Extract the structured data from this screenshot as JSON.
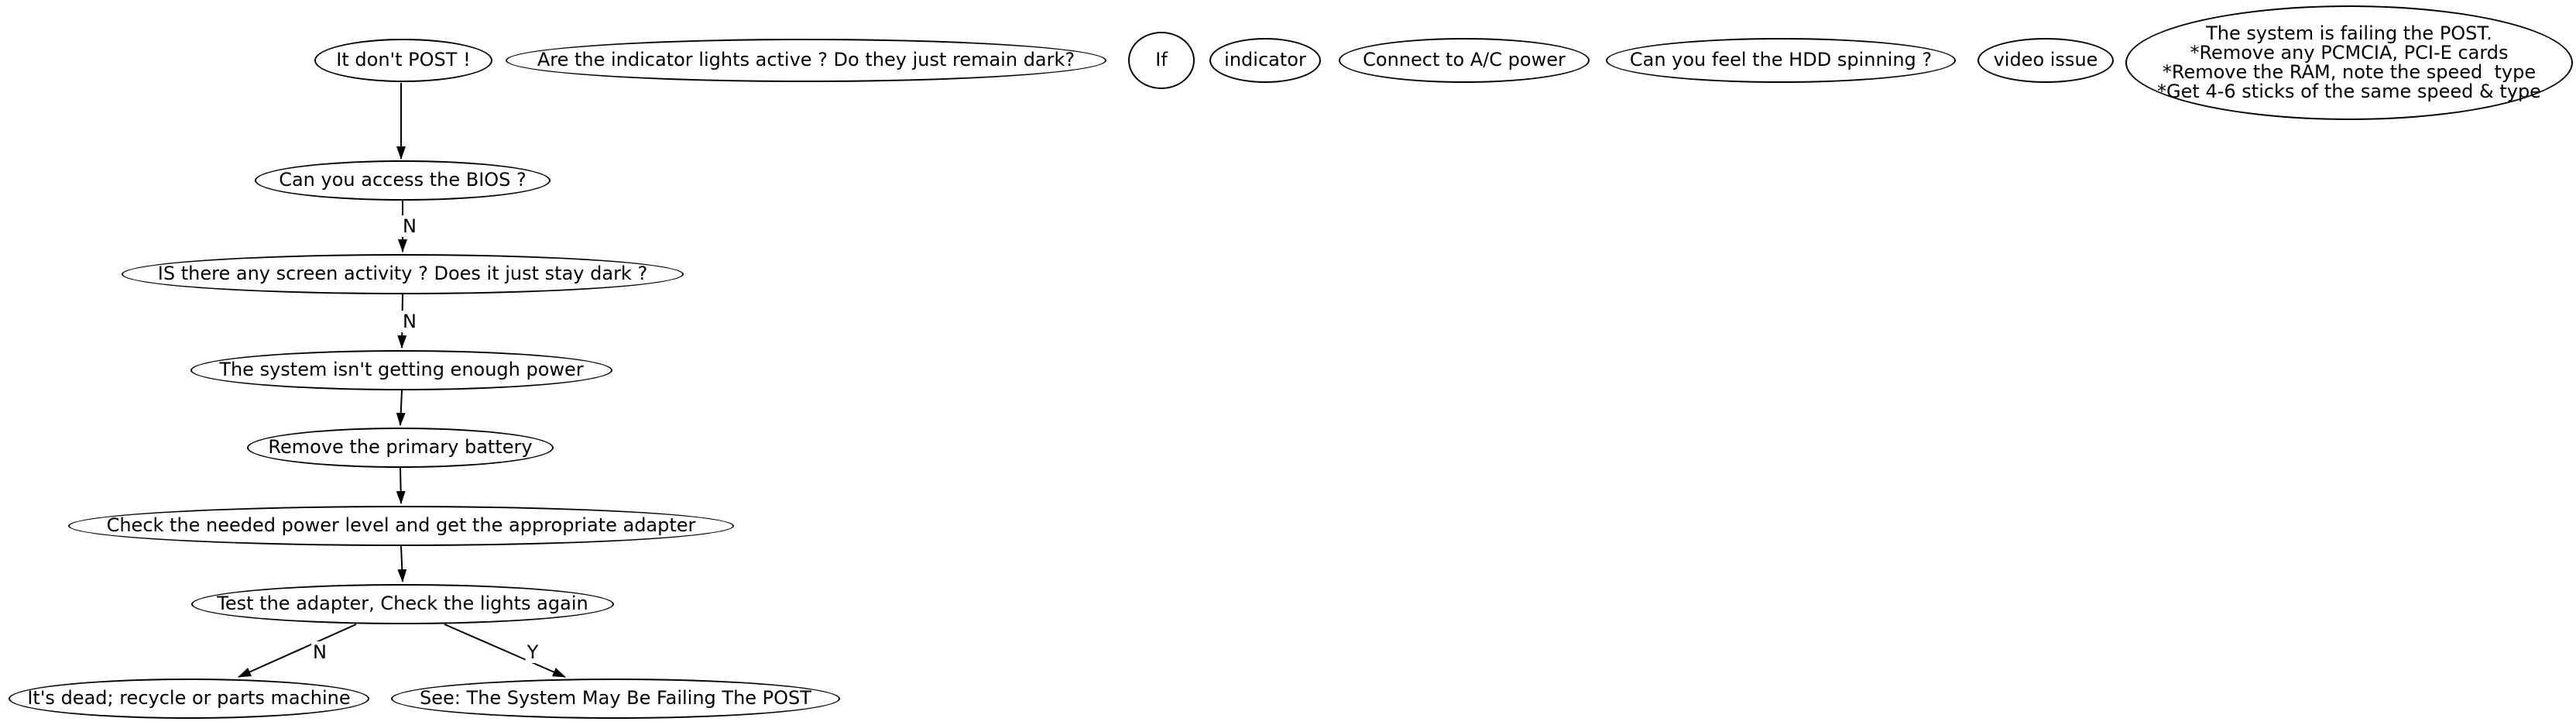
{
  "colors": {
    "background": "#ffffff",
    "node_fill": "#ffffff",
    "stroke": "#000000",
    "text": "#000000"
  },
  "diagram": {
    "type": "flowchart",
    "nodes": [
      {
        "id": "post",
        "label": "It don't POST !"
      },
      {
        "id": "lights",
        "label": "Are the indicator lights active ? Do they just remain dark?"
      },
      {
        "id": "if",
        "label": "If"
      },
      {
        "id": "indicator",
        "label": "indicator"
      },
      {
        "id": "ac",
        "label": "Connect to A/C power"
      },
      {
        "id": "hdd",
        "label": "Can you feel the HDD spinning ?"
      },
      {
        "id": "video",
        "label": "video issue"
      },
      {
        "id": "failing",
        "label": "The system is failing the POST.\n*Remove any PCMCIA, PCI-E cards\n*Remove the RAM, note the speed  type\n*Get 4-6 sticks of the same speed & type"
      },
      {
        "id": "bios",
        "label": "Can you access the BIOS ?"
      },
      {
        "id": "screen",
        "label": "IS there any screen activity ? Does it just stay dark ?"
      },
      {
        "id": "power",
        "label": "The system isn't getting enough power"
      },
      {
        "id": "battery",
        "label": "Remove the primary battery"
      },
      {
        "id": "check",
        "label": "Check the needed power level and get the appropriate adapter"
      },
      {
        "id": "test",
        "label": "Test the adapter, Check the lights again"
      },
      {
        "id": "dead",
        "label": "It's dead; recycle or parts machine"
      },
      {
        "id": "see",
        "label": "See: The System May Be Failing The POST"
      }
    ],
    "edges": [
      {
        "from": "post",
        "to": "bios",
        "label": ""
      },
      {
        "from": "bios",
        "to": "screen",
        "label": "N"
      },
      {
        "from": "screen",
        "to": "power",
        "label": "N"
      },
      {
        "from": "power",
        "to": "battery",
        "label": ""
      },
      {
        "from": "battery",
        "to": "check",
        "label": ""
      },
      {
        "from": "check",
        "to": "test",
        "label": ""
      },
      {
        "from": "test",
        "to": "dead",
        "label": "N"
      },
      {
        "from": "test",
        "to": "see",
        "label": "Y"
      }
    ]
  }
}
